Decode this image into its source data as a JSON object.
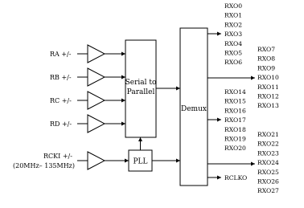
{
  "inputs": [
    {
      "label": "RA +/-"
    },
    {
      "label": "RB +/-"
    },
    {
      "label": "RC +/-"
    },
    {
      "label": "RD +/-"
    }
  ],
  "clock_input": {
    "label": "RCKI +/-",
    "range": "(20MHz– 135MHz)"
  },
  "blocks": {
    "serial_to_parallel": [
      "Serial to",
      "Parallel"
    ],
    "demux": "Demux",
    "pll": "PLL"
  },
  "outputs": {
    "group0": [
      "RXO0",
      "RXO1",
      "RXO2",
      "RXO3",
      "RXO4",
      "RXO5",
      "RXO6"
    ],
    "group1": [
      "RXO7",
      "RXO8",
      "RXO9",
      "RXO10",
      "RXO11",
      "RXO12",
      "RXO13"
    ],
    "group2": [
      "RXO14",
      "RXO15",
      "RXO16",
      "RXO17",
      "RXO18",
      "RXO19",
      "RXO20"
    ],
    "group3": [
      "RXO21",
      "RXO22",
      "RXO23",
      "RXO24",
      "RXO25",
      "RXO26",
      "RXO27"
    ],
    "clock_out": "RCLKO"
  }
}
